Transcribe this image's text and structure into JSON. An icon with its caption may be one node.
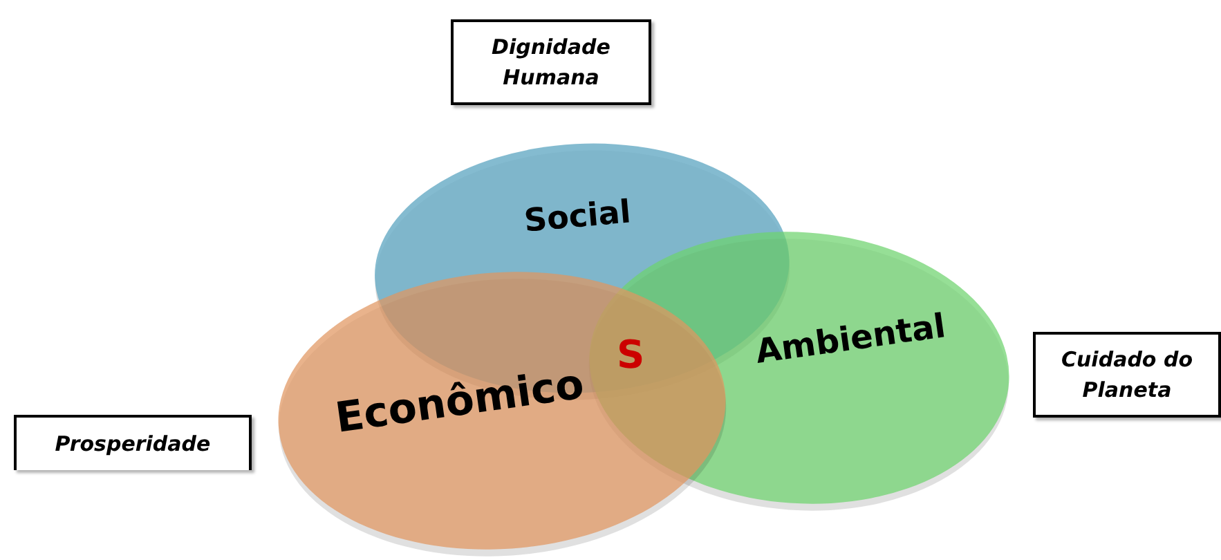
{
  "diagram": {
    "nodes": [
      {
        "text": [
          "Dignidade Humana"
        ]
      },
      {
        "text": [
          "Social"
        ]
      },
      {
        "text": [
          "Ambiental"
        ]
      },
      {
        "text": [
          "Cuidado do Planeta"
        ]
      },
      {
        "text": [
          "Econômico"
        ]
      },
      {
        "text": [
          "Prosperidade"
        ]
      }
    ],
    "labels": [
      "S"
    ]
  }
}
